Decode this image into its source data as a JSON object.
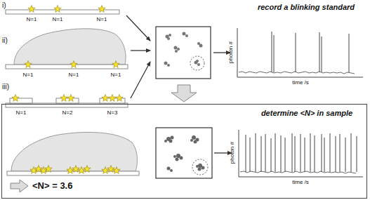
{
  "diagram": {
    "nodes": [
      {
        "text": [
          "determine <N> in sample",
          "<N> = 3.6"
        ]
      }
    ],
    "labels": [
      "i)",
      "N=1",
      "N=1",
      "N=1",
      "ii)",
      "N=1",
      "N=1",
      "N=1",
      "iii)",
      "N=1",
      "N=2",
      "N=3",
      "record a blinking standard",
      "photon #",
      "time /s",
      "photon #",
      "time /s"
    ]
  }
}
